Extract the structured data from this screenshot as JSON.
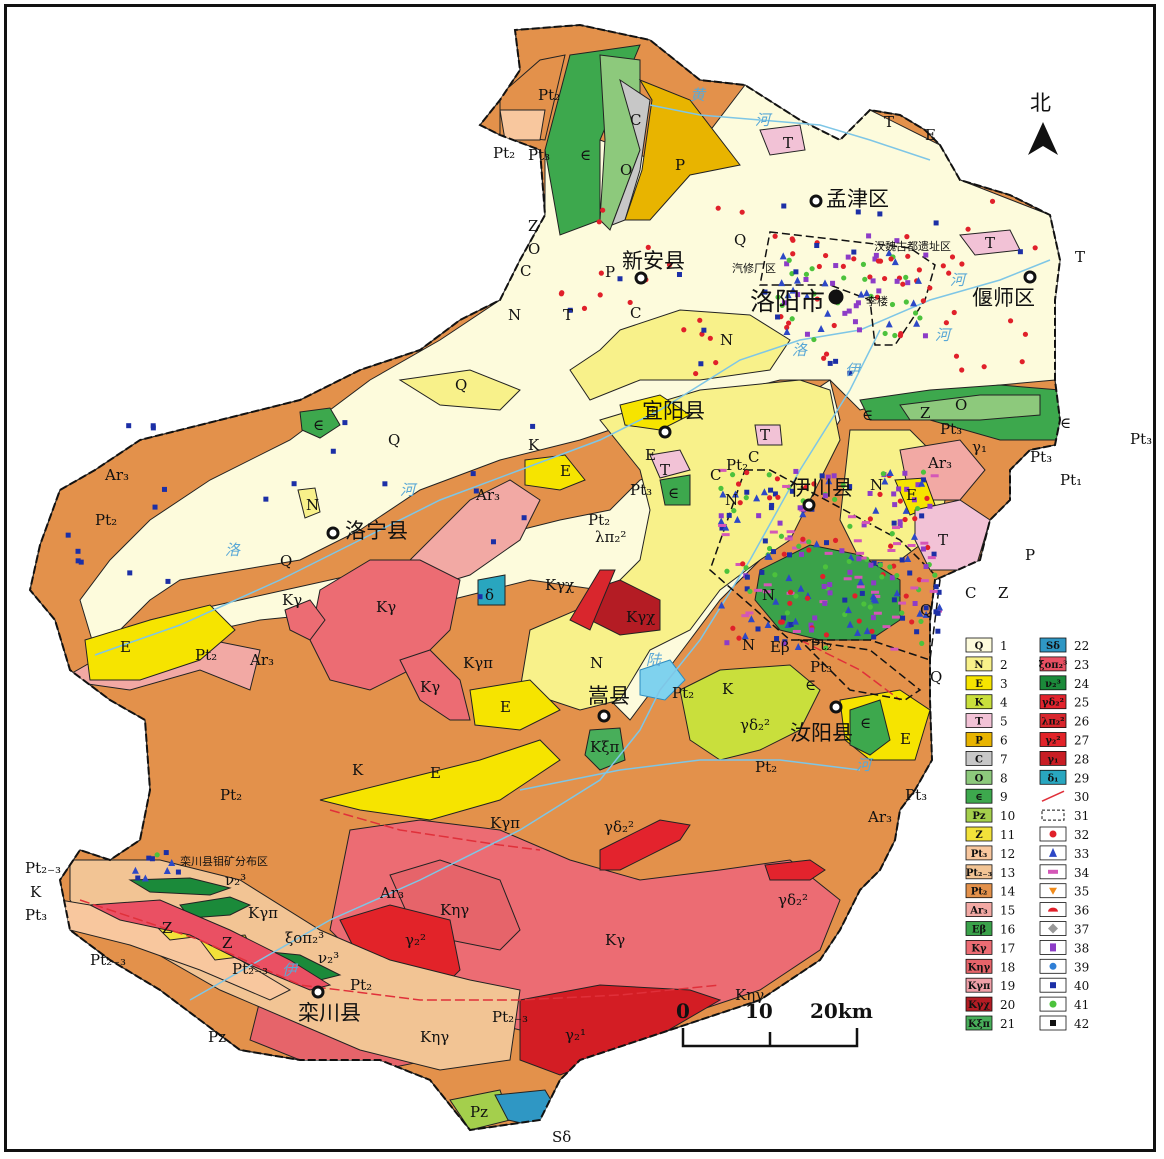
{
  "north_label": "北",
  "scale": {
    "labels": [
      "0",
      "10",
      "20km"
    ]
  },
  "cities": {
    "luoyang": "洛阳市",
    "mengjin": "孟津区",
    "yanshi": "偃师区",
    "xinan": "新安县",
    "yiyang": "宜阳县",
    "yichuan": "伊川县",
    "luoning": "洛宁县",
    "songxian": "嵩县",
    "ruyang": "汝阳县",
    "luanchuan": "栾川县"
  },
  "annotations": {
    "hanwei": "汉魏古都遗址区",
    "qixiu": "汽修厂区",
    "lilou": "李楼",
    "luanchuan_mo": "栾川县钼矿分布区"
  },
  "rivers": {
    "huang1": "黄",
    "huang2": "河",
    "luo1": "洛",
    "he": "河",
    "yi": "伊",
    "tai": "陆"
  },
  "units": {
    "Q": "Q",
    "N": "N",
    "E": "E",
    "K": "K",
    "T": "T",
    "P": "P",
    "C": "C",
    "O": "O",
    "Cam": "∈",
    "Z": "Z",
    "Pz": "Pz",
    "Pt1": "Pt₁",
    "Pt2": "Pt₂",
    "Pt3": "Pt₃",
    "Pt23": "Pt₂₋₃",
    "Ar3": "Ar₃",
    "Eb": "Eβ",
    "Kg": "Kγ",
    "Kng": "Kηγ",
    "Kgp": "Kγπ",
    "Kgx": "Kγχ",
    "Kxp": "Kξπ",
    "Sd": "Sδ",
    "d": "δ",
    "lp": "λπ₂²",
    "gd": "γδ₂²",
    "g2": "γ₂²",
    "g1": "γ₂¹",
    "v": "ν₂³",
    "xop": "ξοπ₂³",
    "g11": "γ₁",
    "d1": "δ₁"
  },
  "legend": {
    "left": [
      {
        "num": "1",
        "sym": "Q",
        "color": "#fdfbdc"
      },
      {
        "num": "2",
        "sym": "N",
        "color": "#f8f18a"
      },
      {
        "num": "3",
        "sym": "E",
        "color": "#f6e400"
      },
      {
        "num": "4",
        "sym": "K",
        "color": "#c9df3c"
      },
      {
        "num": "5",
        "sym": "T",
        "color": "#f2c2d6"
      },
      {
        "num": "6",
        "sym": "P",
        "color": "#e8b400"
      },
      {
        "num": "7",
        "sym": "C",
        "color": "#c7c7c7"
      },
      {
        "num": "8",
        "sym": "O",
        "color": "#8dc97c"
      },
      {
        "num": "9",
        "sym": "∈",
        "color": "#3da84d"
      },
      {
        "num": "10",
        "sym": "Pz",
        "color": "#a4cf4c"
      },
      {
        "num": "11",
        "sym": "Z",
        "color": "#f2e23a"
      },
      {
        "num": "12",
        "sym": "Pt₃",
        "color": "#f8c79e"
      },
      {
        "num": "13",
        "sym": "Pt₂₋₃",
        "color": "#f2c494"
      },
      {
        "num": "14",
        "sym": "Pt₂",
        "color": "#e3914b"
      },
      {
        "num": "15",
        "sym": "Ar₃",
        "color": "#f2a9a4"
      },
      {
        "num": "16",
        "sym": "Eβ",
        "color": "#3aa24a"
      },
      {
        "num": "17",
        "sym": "Kγ",
        "color": "#ec6c73"
      },
      {
        "num": "18",
        "sym": "Kηγ",
        "color": "#e6646a"
      },
      {
        "num": "19",
        "sym": "Kγπ",
        "color": "#f0a0a8"
      },
      {
        "num": "20",
        "sym": "Kγχ",
        "color": "#b41c24"
      },
      {
        "num": "21",
        "sym": "Kξπ",
        "color": "#48ae5a"
      }
    ],
    "right": [
      {
        "num": "22",
        "sym": "Sδ",
        "color": "#2f97c4"
      },
      {
        "num": "23",
        "sym": "ξοπ₂³",
        "color": "#ea5063"
      },
      {
        "num": "24",
        "sym": "ν₂³",
        "color": "#1b8a3a"
      },
      {
        "num": "25",
        "sym": "γδ₂²",
        "color": "#e3232d"
      },
      {
        "num": "26",
        "sym": "λπ₂²",
        "color": "#d9262d"
      },
      {
        "num": "27",
        "sym": "γ₂²",
        "color": "#e22329"
      },
      {
        "num": "28",
        "sym": "γ₁",
        "color": "#c81d24"
      },
      {
        "num": "29",
        "sym": "δ₁",
        "color": "#29a6bf"
      },
      {
        "num": "30",
        "sym": "fault"
      },
      {
        "num": "31",
        "sym": "dashed-box"
      },
      {
        "num": "32",
        "sym": "red-dot"
      },
      {
        "num": "33",
        "sym": "blue-triangle"
      },
      {
        "num": "34",
        "sym": "pink-rect"
      },
      {
        "num": "35",
        "sym": "orange-triangle"
      },
      {
        "num": "36",
        "sym": "red-half-disc"
      },
      {
        "num": "37",
        "sym": "gray-diamond"
      },
      {
        "num": "38",
        "sym": "purple-square"
      },
      {
        "num": "39",
        "sym": "blue-dot"
      },
      {
        "num": "40",
        "sym": "navy-square"
      },
      {
        "num": "41",
        "sym": "green-dot"
      },
      {
        "num": "42",
        "sym": "black-square"
      }
    ]
  }
}
